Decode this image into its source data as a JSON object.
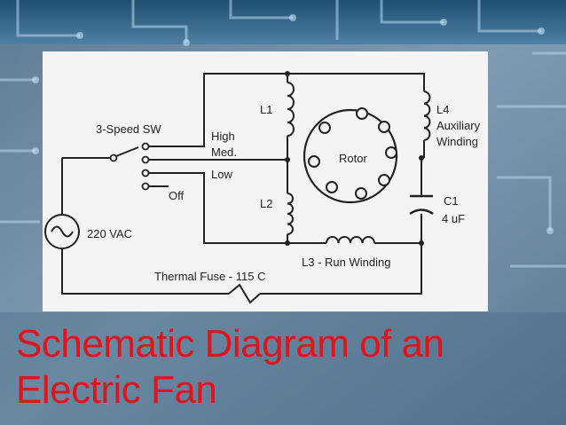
{
  "slide": {
    "title_line1": "Schematic Diagram of an",
    "title_line2": "Electric Fan",
    "title_color": "#e0141b"
  },
  "diagram": {
    "labels": {
      "speed_switch": "3-Speed SW",
      "high": "High",
      "med": "Med.",
      "low": "Low",
      "off": "Off",
      "l1": "L1",
      "l2": "L2",
      "l4": "L4",
      "auxiliary": "Auxiliary",
      "winding": "Winding",
      "rotor": "Rotor",
      "c1": "C1",
      "capacitance": "4 uF",
      "source": "220 VAC",
      "run_winding": "L3 - Run Winding",
      "thermal_fuse": "Thermal Fuse - 115 C"
    }
  }
}
